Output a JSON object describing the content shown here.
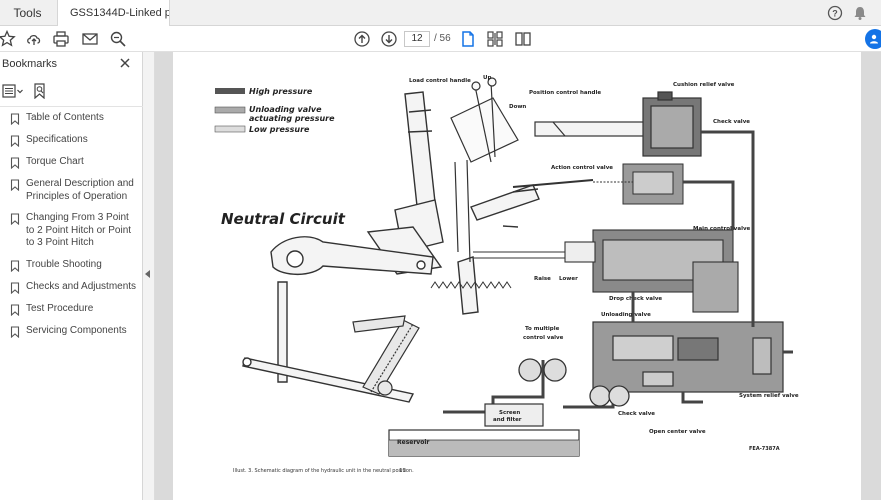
{
  "tabs": {
    "tools": "Tools",
    "document": "GSS1344D-Linked p..."
  },
  "toolbar": {
    "current_page": "12",
    "total_pages": "/ 56"
  },
  "sidebar": {
    "title": "Bookmarks",
    "items": [
      {
        "label": "Table of Contents"
      },
      {
        "label": "Specifications"
      },
      {
        "label": "Torque Chart"
      },
      {
        "label": "General Description and Principles of Operation"
      },
      {
        "label": "Changing From 3 Point to 2 Point Hitch or Point to 3 Point Hitch"
      },
      {
        "label": "Trouble Shooting"
      },
      {
        "label": "Checks and Adjustments"
      },
      {
        "label": "Test Procedure"
      },
      {
        "label": "Servicing Components"
      }
    ]
  },
  "diagram": {
    "legend": {
      "high": "High pressure",
      "unloading_1": "Unloading valve",
      "unloading_2": "actuating pressure",
      "low": "Low pressure"
    },
    "title": "Neutral Circuit",
    "labels": {
      "load_control_handle": "Load control handle",
      "up": "Up",
      "down": "Down",
      "position_control_handle": "Position control handle",
      "cushion_relief_valve": "Cushion relief valve",
      "check_valve_top": "Check valve",
      "action_control_valve": "Action control valve",
      "main_control_valve": "Main control valve",
      "raise": "Raise",
      "lower": "Lower",
      "drop_check_valve": "Drop check valve",
      "unloading_valve": "Unloading valve",
      "to_multiple_1": "To multiple",
      "to_multiple_2": "control valve",
      "screen_1": "Screen",
      "screen_2": "and filter",
      "reservoir": "Reservoir",
      "check_valve_bottom": "Check valve",
      "system_relief_valve": "System relief valve",
      "open_center_valve": "Open center valve",
      "figure_code": "FEA-7387A",
      "caption": "Illust. 3. Schematic diagram of the hydraulic unit in the neutral position.",
      "page_number": "11"
    }
  }
}
